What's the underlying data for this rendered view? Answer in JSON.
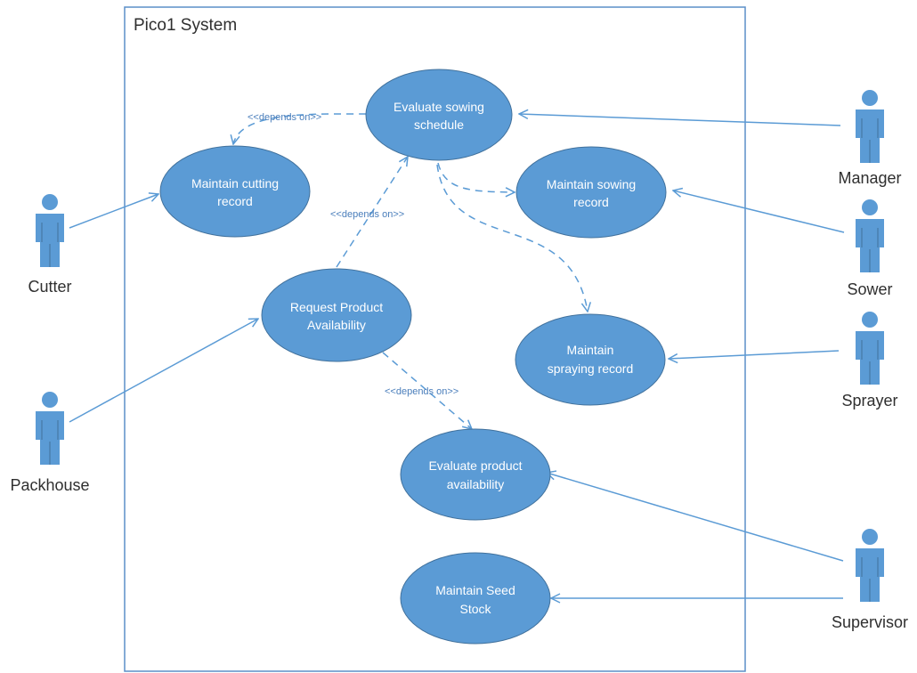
{
  "system": {
    "title": "Pico1 System"
  },
  "use_cases": {
    "evaluate_sowing": [
      "Evaluate sowing",
      "schedule"
    ],
    "maintain_cutting": [
      "Maintain cutting",
      "record"
    ],
    "maintain_sowing": [
      "Maintain sowing",
      "record"
    ],
    "request_product": [
      "Request Product",
      "Availability"
    ],
    "maintain_spraying": [
      "Maintain",
      "spraying record"
    ],
    "evaluate_product": [
      "Evaluate product",
      "availability"
    ],
    "maintain_seed": [
      "Maintain Seed",
      "Stock"
    ]
  },
  "actors": {
    "manager": "Manager",
    "sower": "Sower",
    "sprayer": "Sprayer",
    "supervisor": "Supervisor",
    "cutter": "Cutter",
    "packhouse": "Packhouse"
  },
  "dependency_labels": {
    "sowing_to_cutting": "<<depends on>>",
    "request_to_sowing": "<<depends on>>",
    "request_to_evaluate_product": "<<depends on>>"
  },
  "colors": {
    "use_case_fill": "#5b9bd5",
    "line": "#5b9bd5",
    "system_border": "#5b8fc9"
  }
}
